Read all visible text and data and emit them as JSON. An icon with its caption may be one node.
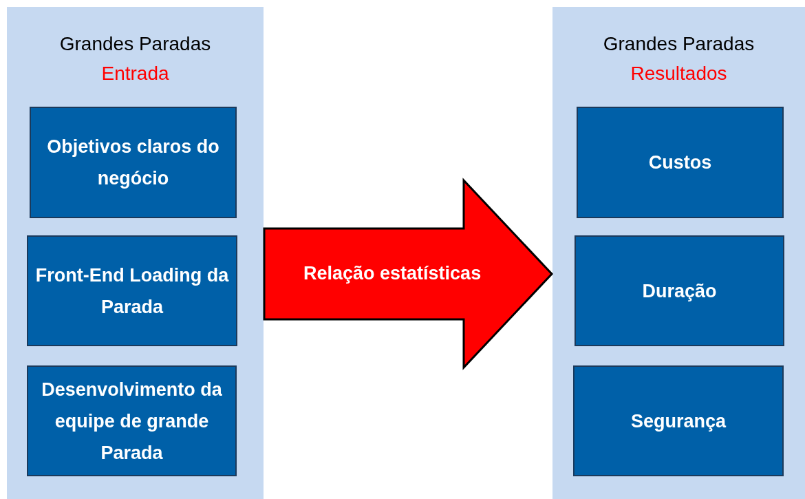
{
  "diagram": {
    "nodes": [
      {
        "text": [
          "Grandes Paradas",
          "Entrada"
        ]
      },
      {
        "text": [
          "Objetivos claros do negócio"
        ],
        "in": 0
      },
      {
        "text": [
          "Front-End Loading da Parada"
        ],
        "in": 0
      },
      {
        "text": [
          "Desenvolvimento da equipe de grande Parada"
        ],
        "in": 0
      },
      {
        "text": [
          "Grandes Paradas",
          "Resultados"
        ]
      },
      {
        "text": [
          "Custos"
        ],
        "in": 4
      },
      {
        "text": [
          "Duração"
        ],
        "in": 4
      },
      {
        "text": [
          "Segurança"
        ],
        "in": 4
      }
    ],
    "edges": [
      {
        "from": 0,
        "to": 4,
        "arrow": "to",
        "label": "Relação estatísticas",
        "style": "thick",
        "color": "#ff0000"
      }
    ]
  }
}
